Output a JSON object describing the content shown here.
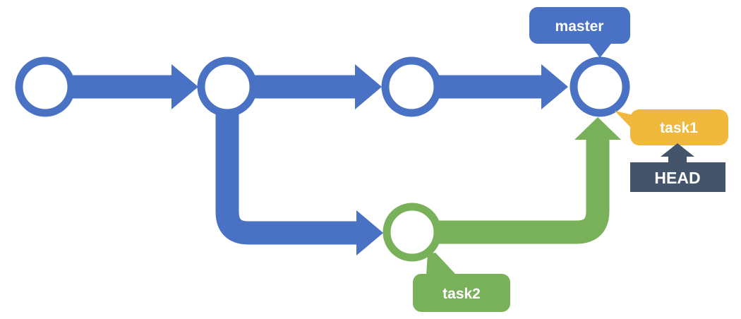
{
  "colors": {
    "branch-blue": "#4A72C4",
    "branch-green": "#79B15A",
    "gold": "#F0B83D",
    "slate": "#44546A",
    "node-fill": "#FFFFFF",
    "label-text": "#FFFFFF",
    "background": "#FFFFFF"
  },
  "labels": {
    "master": "master",
    "task1": "task1",
    "task2": "task2",
    "head": "HEAD"
  },
  "graph": {
    "type": "git-commit-graph",
    "master_branch": {
      "label": "master",
      "commit_count": 4,
      "color": "#4A72C4"
    },
    "task2_branch": {
      "label": "task2",
      "commit_count": 1,
      "color": "#79B15A",
      "branches_from_master_commit": 2,
      "arrow_points_into_master_commit": 4
    },
    "task1_label": {
      "label": "task1",
      "attached_to_master_commit": 4,
      "color": "#F0B83D"
    },
    "head_pointer": {
      "label": "HEAD",
      "points_to": "task1",
      "color": "#44546A"
    }
  }
}
